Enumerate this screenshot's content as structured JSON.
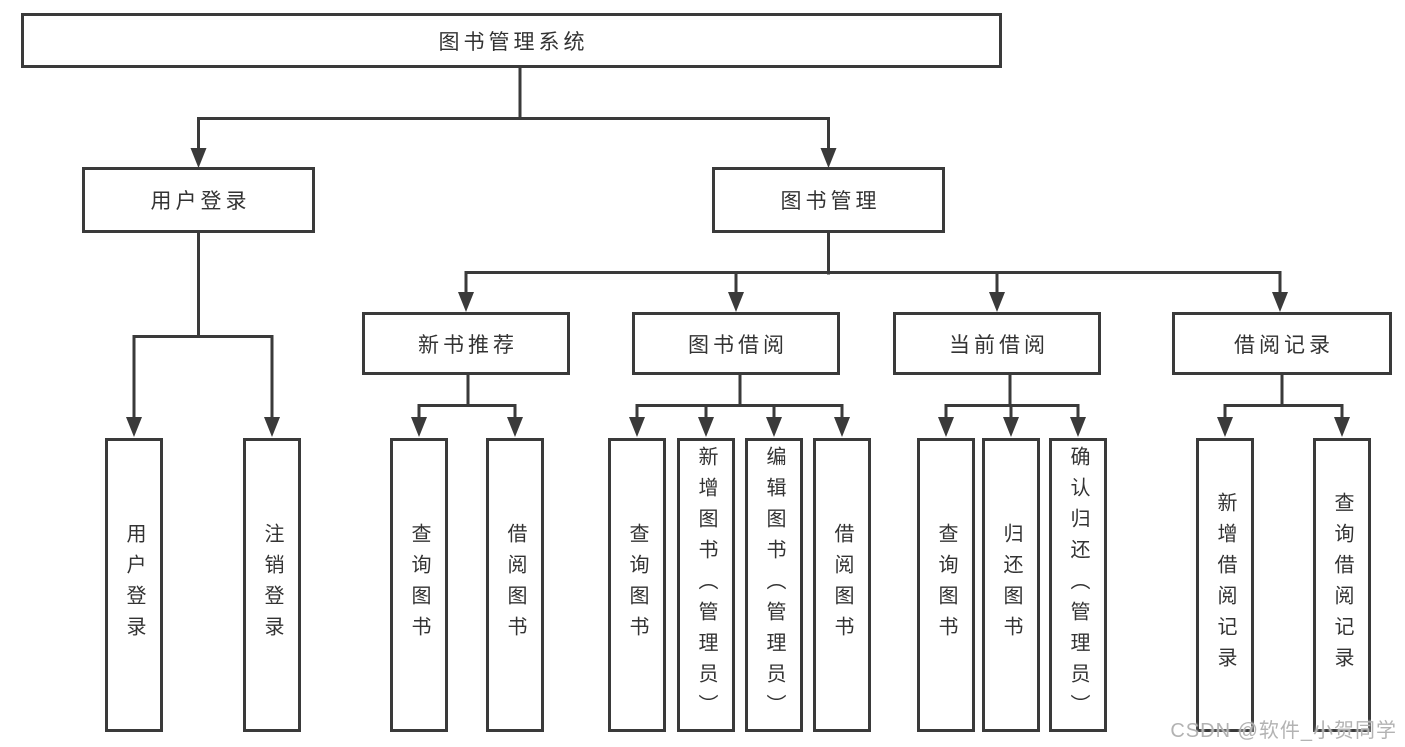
{
  "tree": {
    "root": "图书管理系统",
    "login": {
      "label": "用户登录",
      "children": [
        "用户登录",
        "注销登录"
      ]
    },
    "mgmt": {
      "label": "图书管理"
    },
    "groups": [
      {
        "label": "新书推荐",
        "children": [
          "查询图书",
          "借阅图书"
        ]
      },
      {
        "label": "图书借阅",
        "children": [
          "查询图书",
          "新增图书（管理员）",
          "编辑图书（管理员）",
          "借阅图书"
        ]
      },
      {
        "label": "当前借阅",
        "children": [
          "查询图书",
          "归还图书",
          "确认归还（管理员）"
        ]
      },
      {
        "label": "借阅记录",
        "children": [
          "新增借阅记录",
          "查询借阅记录"
        ]
      }
    ]
  },
  "watermark": "CSDN @软件_小贺同学",
  "colors": {
    "line": "#3a3a3a",
    "text": "#333333",
    "background": "#ffffff",
    "watermark": "#b3b3b3"
  }
}
